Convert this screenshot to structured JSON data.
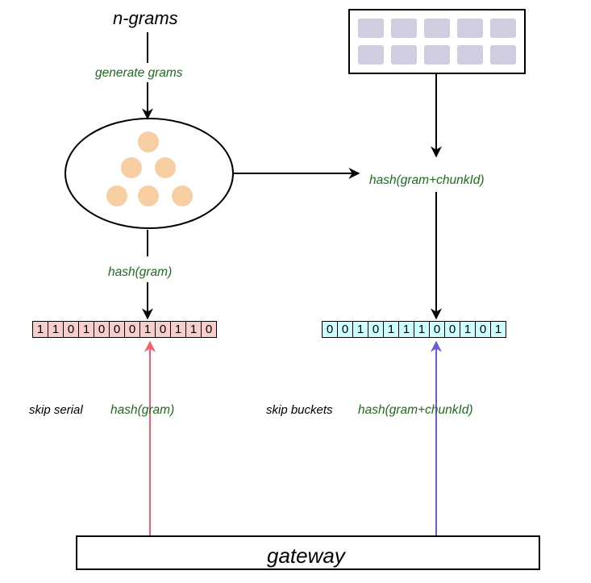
{
  "labels": {
    "n_grams": "n-grams",
    "generate_grams": "generate grams",
    "hash_gram_left": "hash(gram)",
    "hash_gram_chunk_top": "hash(gram+chunkId)",
    "skip_serial": "skip serial",
    "hash_gram_bottom": "hash(gram)",
    "skip_buckets": "skip buckets",
    "hash_gram_chunk_bottom": "hash(gram+chunkId)",
    "gateway": "gateway"
  },
  "bloom_left": [
    "1",
    "1",
    "0",
    "1",
    "0",
    "0",
    "0",
    "1",
    "0",
    "1",
    "1",
    "0"
  ],
  "bloom_right": [
    "0",
    "0",
    "1",
    "0",
    "1",
    "1",
    "1",
    "0",
    "0",
    "1",
    "0",
    "1"
  ],
  "colors": {
    "green_text": "#1f6b1f",
    "gram_circle": "#f8cfa3",
    "chunk_cell": "#d0cde0",
    "bloom_left_fill": "#f8cecc",
    "bloom_right_fill": "#ccffff",
    "serial_arrow": "#ff5a6e",
    "bucket_arrow": "#6a5ae0"
  }
}
